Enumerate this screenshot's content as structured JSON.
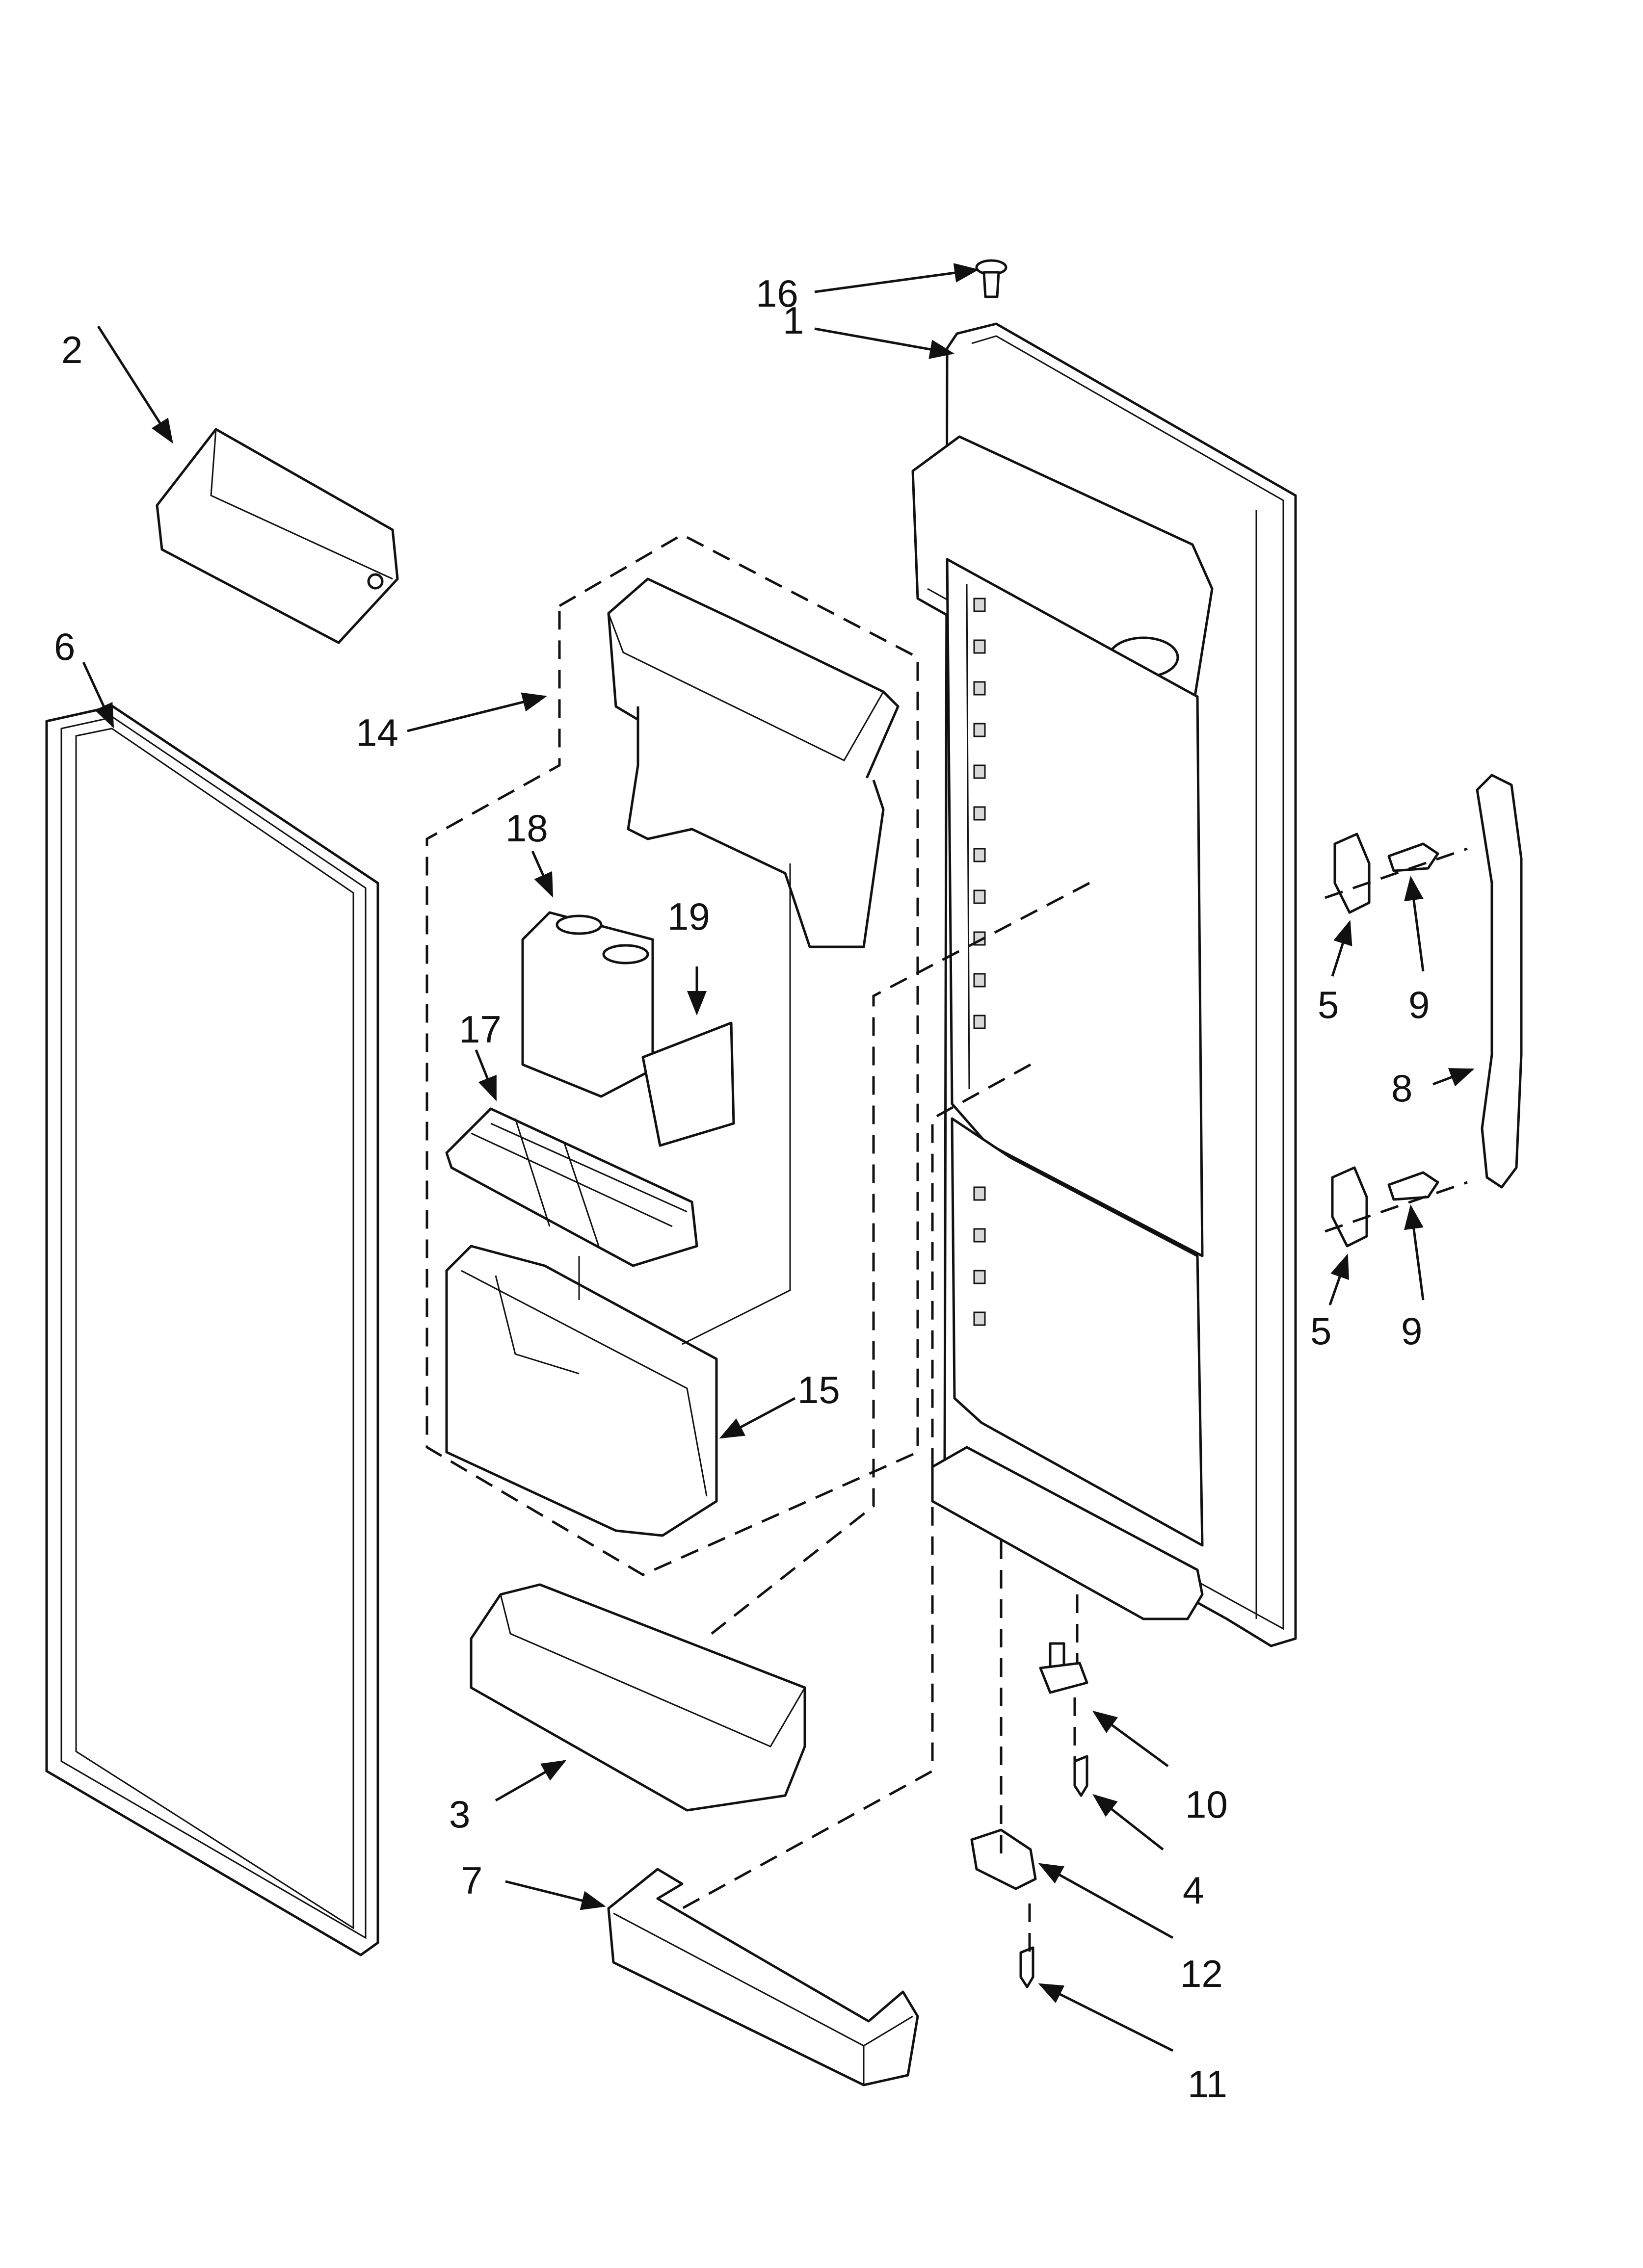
{
  "callouts": [
    {
      "id": "c16",
      "text": "16"
    },
    {
      "id": "c1",
      "text": "1"
    },
    {
      "id": "c2",
      "text": "2"
    },
    {
      "id": "c6",
      "text": "6"
    },
    {
      "id": "c14",
      "text": "14"
    },
    {
      "id": "c18",
      "text": "18"
    },
    {
      "id": "c19",
      "text": "19"
    },
    {
      "id": "c17",
      "text": "17"
    },
    {
      "id": "c15",
      "text": "15"
    },
    {
      "id": "c3",
      "text": "3"
    },
    {
      "id": "c7",
      "text": "7"
    },
    {
      "id": "c5a",
      "text": "5"
    },
    {
      "id": "c9a",
      "text": "9"
    },
    {
      "id": "c8",
      "text": "8"
    },
    {
      "id": "c5b",
      "text": "5"
    },
    {
      "id": "c9b",
      "text": "9"
    },
    {
      "id": "c10",
      "text": "10"
    },
    {
      "id": "c4",
      "text": "4"
    },
    {
      "id": "c12",
      "text": "12"
    },
    {
      "id": "c11",
      "text": "11"
    }
  ]
}
